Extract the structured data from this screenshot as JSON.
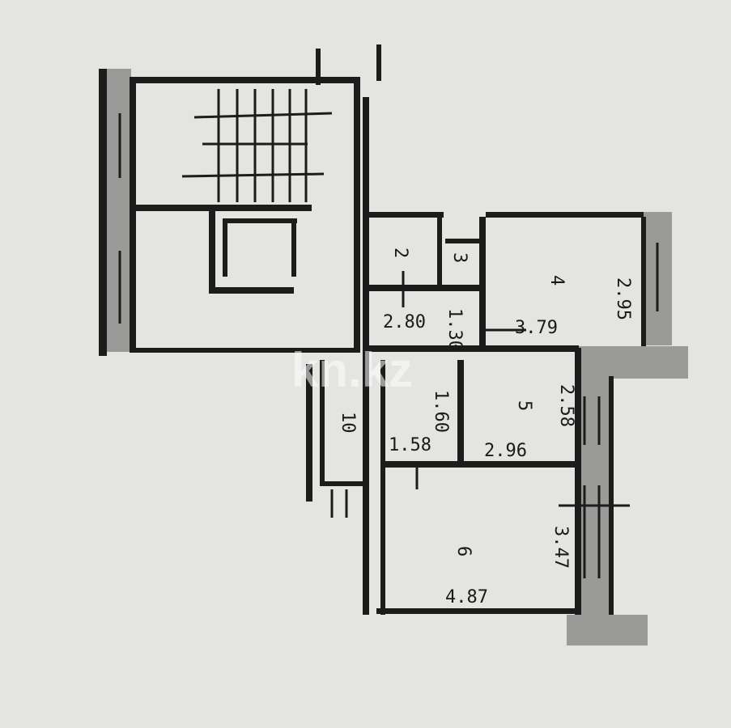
{
  "plan": {
    "watermark": "kn.kz",
    "rooms": [
      {
        "number": "2"
      },
      {
        "number": "3"
      },
      {
        "number": "4"
      },
      {
        "number": "5"
      },
      {
        "number": "6"
      },
      {
        "number": "10"
      }
    ],
    "dimensions": [
      "2.95",
      "2.80",
      "1.30",
      "3.79",
      "1.60",
      "2.58",
      "1.58",
      "2.96",
      "3.47",
      "4.87"
    ]
  }
}
